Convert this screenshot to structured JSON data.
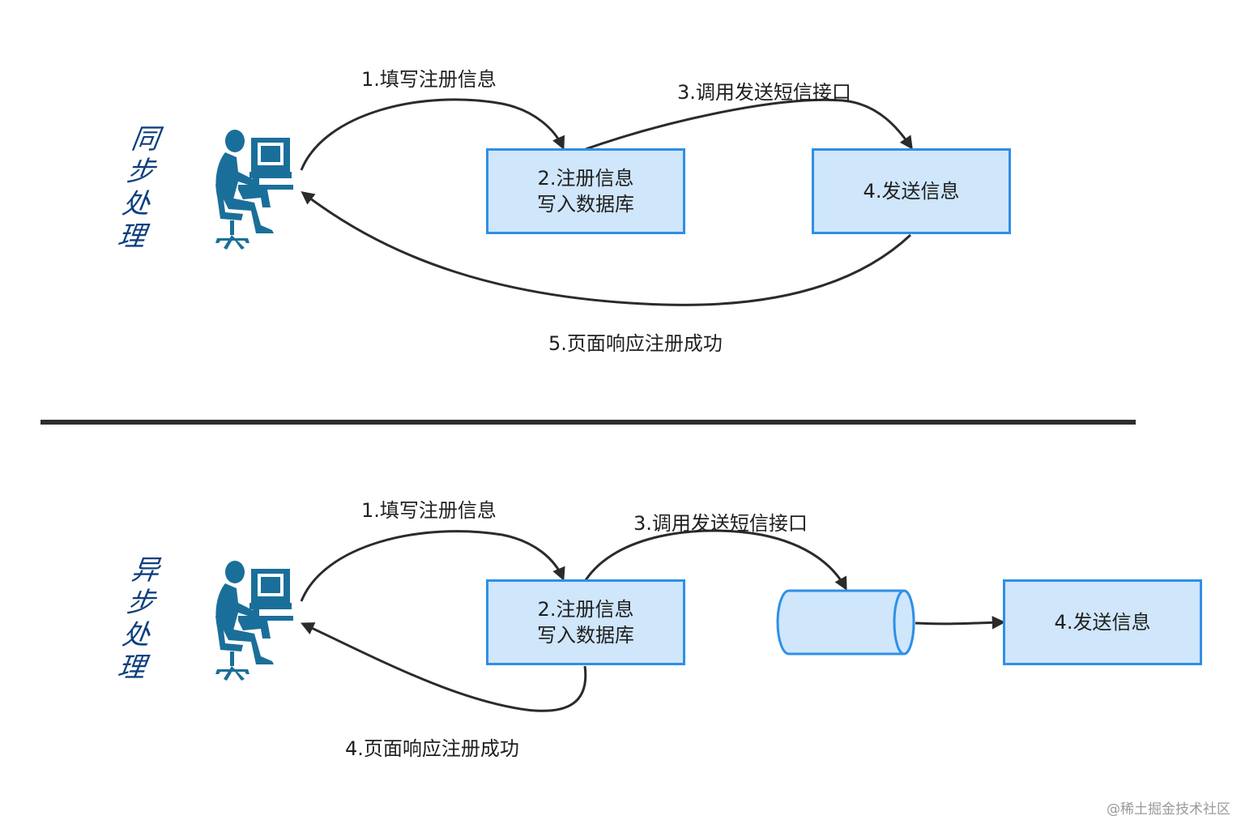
{
  "sections": {
    "sync": {
      "title_chars": [
        "同",
        "步",
        "处",
        "理"
      ],
      "step1": "1.填写注册信息",
      "box_db": [
        "2.注册信息",
        "写入数据库"
      ],
      "step3": "3.调用发送短信接口",
      "box_send": "4.发送信息",
      "step5": "5.页面响应注册成功"
    },
    "async": {
      "title_chars": [
        "异",
        "步",
        "处",
        "理"
      ],
      "step1": "1.填写注册信息",
      "box_db": [
        "2.注册信息",
        "写入数据库"
      ],
      "step3": "3.调用发送短信接口",
      "box_send": "4.发送信息",
      "step4": "4.页面响应注册成功"
    }
  },
  "watermark": "@稀土掘金技术社区",
  "colors": {
    "box_fill": "#cfe6fb",
    "box_border": "#2f8fe6",
    "title": "#0d3f7e",
    "user_icon": "#1a6f9a",
    "arrow": "#2b2b2b"
  },
  "icons": {
    "user": "user-at-computer-icon"
  }
}
